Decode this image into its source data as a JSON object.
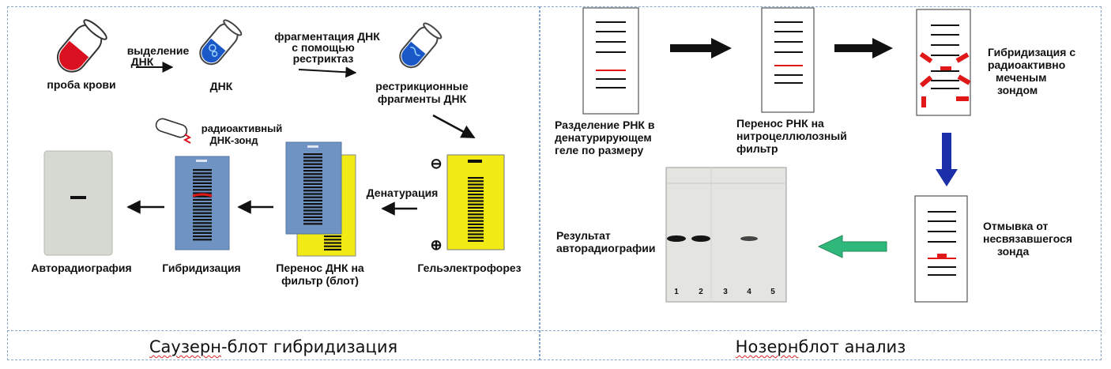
{
  "southern": {
    "labels": {
      "blood_sample": "проба крови",
      "isolation_1": "выделение",
      "isolation_2": "ДНК",
      "dna": "ДНК",
      "fragmentation_1": "фрагментация ДНК",
      "fragmentation_2": "с помощью",
      "fragmentation_3": "рестриктаз",
      "restriction_1": "рестрикционные",
      "restriction_2": "фрагменты ДНК",
      "probe_1": "радиоактивный",
      "probe_2": "ДНК-зонд",
      "denaturation": "Денатурация",
      "autoradiography": "Авторадиография",
      "hybridization": "Гибридизация",
      "transfer_1": "Перенос ДНК на",
      "transfer_2": "фильтр (блот)",
      "electrophoresis": "Гельэлектрофорез",
      "minus": "⊖",
      "plus": "⊕"
    },
    "caption_prefix": "Саузерн",
    "caption_suffix": "-блот гибридизация"
  },
  "northern": {
    "labels": {
      "separation_1": "Разделение РНК в",
      "separation_2": "денатурирующем",
      "separation_3": "геле по размеру",
      "transfer_1": "Перенос РНК на",
      "transfer_2": "нитроцеллюлозный",
      "transfer_3": "фильтр",
      "hyb_1": "Гибридизация с",
      "hyb_2": "радиоактивно",
      "hyb_3": "меченым",
      "hyb_4": "зондом",
      "wash_1": "Отмывка от",
      "wash_2": "несвязавшегося",
      "wash_3": "зонда",
      "result_1": "Результат",
      "result_2": "авторадиографии",
      "lane_1": "1",
      "lane_2": "2",
      "lane_3": "3",
      "lane_4": "4",
      "lane_5": "5"
    },
    "caption_prefix": "Нозерн",
    "caption_suffix": "блот анализ"
  },
  "colors": {
    "blood": "#d81020",
    "dna_blue": "#1a58c8",
    "gel_yellow": "#f2ea14",
    "filter_blue": "#6f93c2",
    "band_red": "#e01818",
    "arrow_blue": "#1a2fa8",
    "arrow_green": "#2fb87a",
    "border": "#8aa6c8"
  }
}
